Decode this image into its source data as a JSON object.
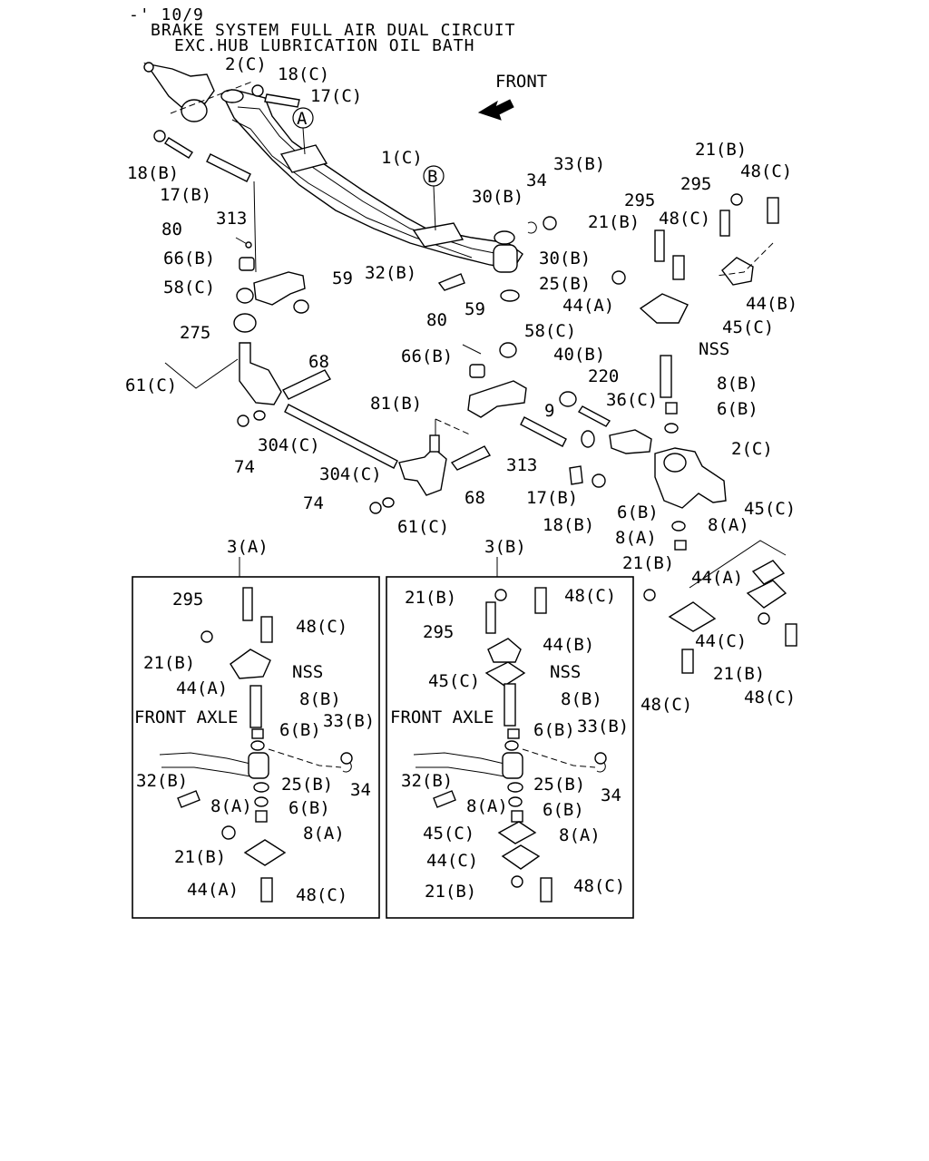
{
  "header": {
    "ref": "-' 10/9",
    "line1": "BRAKE SYSTEM FULL AIR DUAL CIRCUIT",
    "line2": "EXC.HUB LUBRICATION OIL BATH"
  },
  "direction": {
    "label": "FRONT"
  },
  "callouts": {
    "circle_a": "A",
    "circle_b": "B"
  },
  "main_labels": {
    "p2c_top": "2(C)",
    "p18c": "18(C)",
    "p17c_top": "17(C)",
    "p18b_left": "18(B)",
    "p17b_left": "17(B)",
    "p313_left": "313",
    "p80_left": "80",
    "p66b_left": "66(B)",
    "p58c_left": "58(C)",
    "p59_left": "59",
    "p275": "275",
    "p61c_left": "61(C)",
    "p68_left": "68",
    "p74_left": "74",
    "p304c_left": "304(C)",
    "p81b": "81(B)",
    "p304c_mid": "304(C)",
    "p74_mid": "74",
    "p61c_mid": "61(C)",
    "p68_mid": "68",
    "p1c": "1(C)",
    "p30b_top": "30(B)",
    "p34_top": "34",
    "p33b_top": "33(B)",
    "p32b_top": "32(B)",
    "p30b_mid": "30(B)",
    "p25b_top": "25(B)",
    "p80_mid": "80",
    "p59_mid": "59",
    "p66b_mid": "66(B)",
    "p58c_mid": "58(C)",
    "p40b": "40(B)",
    "p220": "220",
    "p36c": "36(C)",
    "p9": "9",
    "p313_mid": "313",
    "p17b_mid": "17(B)",
    "p18b_mid": "18(B)",
    "p2c_right": "2(C)",
    "p21b_tr": "21(B)",
    "p48c_tr": "48(C)",
    "p295_tr1": "295",
    "p295_tr2": "295",
    "p21b_tr2": "21(B)",
    "p48c_tr2": "48(C)",
    "p44a_tr": "44(A)",
    "p44b_tr": "44(B)",
    "p45c_tr": "45(C)",
    "nss_tr": "NSS",
    "p8b_tr": "8(B)",
    "p6b_tr": "6(B)",
    "p6b_r": "6(B)",
    "p8a_r1": "8(A)",
    "p8a_r2": "8(A)",
    "p21b_r": "21(B)",
    "p44a_r": "44(A)",
    "p45c_r": "45(C)",
    "p44c_r": "44(C)",
    "p21b_r2": "21(B)",
    "p48c_r": "48(C)",
    "p48c_r2": "48(C)"
  },
  "inset_a": {
    "title": "3(A)",
    "labels": {
      "p295": "295",
      "p48c_top": "48(C)",
      "p21b_top": "21(B)",
      "p44a_top": "44(A)",
      "nss": "NSS",
      "p8b": "8(B)",
      "front_axle": "FRONT AXLE",
      "p6b_top": "6(B)",
      "p33b": "33(B)",
      "p32b": "32(B)",
      "p25b": "25(B)",
      "p34": "34",
      "p8a_left": "8(A)",
      "p6b_bot": "6(B)",
      "p8a_right": "8(A)",
      "p21b_bot": "21(B)",
      "p44a_bot": "44(A)",
      "p48c_bot": "48(C)"
    }
  },
  "inset_b": {
    "title": "3(B)",
    "labels": {
      "p21b_top": "21(B)",
      "p48c_top": "48(C)",
      "p295": "295",
      "p44b": "44(B)",
      "p45c_top": "45(C)",
      "nss": "NSS",
      "p8b": "8(B)",
      "front_axle": "FRONT AXLE",
      "p6b_top": "6(B)",
      "p33b": "33(B)",
      "p32b": "32(B)",
      "p25b": "25(B)",
      "p34": "34",
      "p8a_left": "8(A)",
      "p6b_bot": "6(B)",
      "p45c_bot": "45(C)",
      "p8a_right": "8(A)",
      "p44c": "44(C)",
      "p21b_bot": "21(B)",
      "p48c_bot": "48(C)"
    }
  }
}
